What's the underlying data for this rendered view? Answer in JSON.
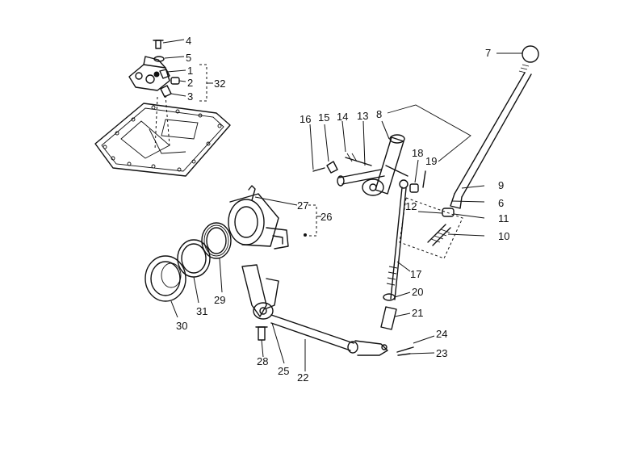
{
  "callouts": [
    {
      "id": "c4",
      "text": "4"
    },
    {
      "id": "c5",
      "text": "5"
    },
    {
      "id": "c1",
      "text": "1"
    },
    {
      "id": "c2",
      "text": "2"
    },
    {
      "id": "c3",
      "text": "3"
    },
    {
      "id": "c32",
      "text": "32"
    },
    {
      "id": "c7",
      "text": "7"
    },
    {
      "id": "c16",
      "text": "16"
    },
    {
      "id": "c15",
      "text": "15"
    },
    {
      "id": "c14",
      "text": "14"
    },
    {
      "id": "c13",
      "text": "13"
    },
    {
      "id": "c8",
      "text": "8"
    },
    {
      "id": "c18",
      "text": "18"
    },
    {
      "id": "c19",
      "text": "19"
    },
    {
      "id": "c9",
      "text": "9"
    },
    {
      "id": "c6",
      "text": "6"
    },
    {
      "id": "c12",
      "text": "12"
    },
    {
      "id": "c11",
      "text": "11"
    },
    {
      "id": "c10",
      "text": "10"
    },
    {
      "id": "c27",
      "text": "27"
    },
    {
      "id": "c26",
      "text": "26"
    },
    {
      "id": "c17",
      "text": "17"
    },
    {
      "id": "c20",
      "text": "20"
    },
    {
      "id": "c21",
      "text": "21"
    },
    {
      "id": "c24",
      "text": "24"
    },
    {
      "id": "c23",
      "text": "23"
    },
    {
      "id": "c30",
      "text": "30"
    },
    {
      "id": "c31",
      "text": "31"
    },
    {
      "id": "c29",
      "text": "29"
    },
    {
      "id": "c28",
      "text": "28"
    },
    {
      "id": "c25",
      "text": "25"
    },
    {
      "id": "c22",
      "text": "22"
    }
  ]
}
